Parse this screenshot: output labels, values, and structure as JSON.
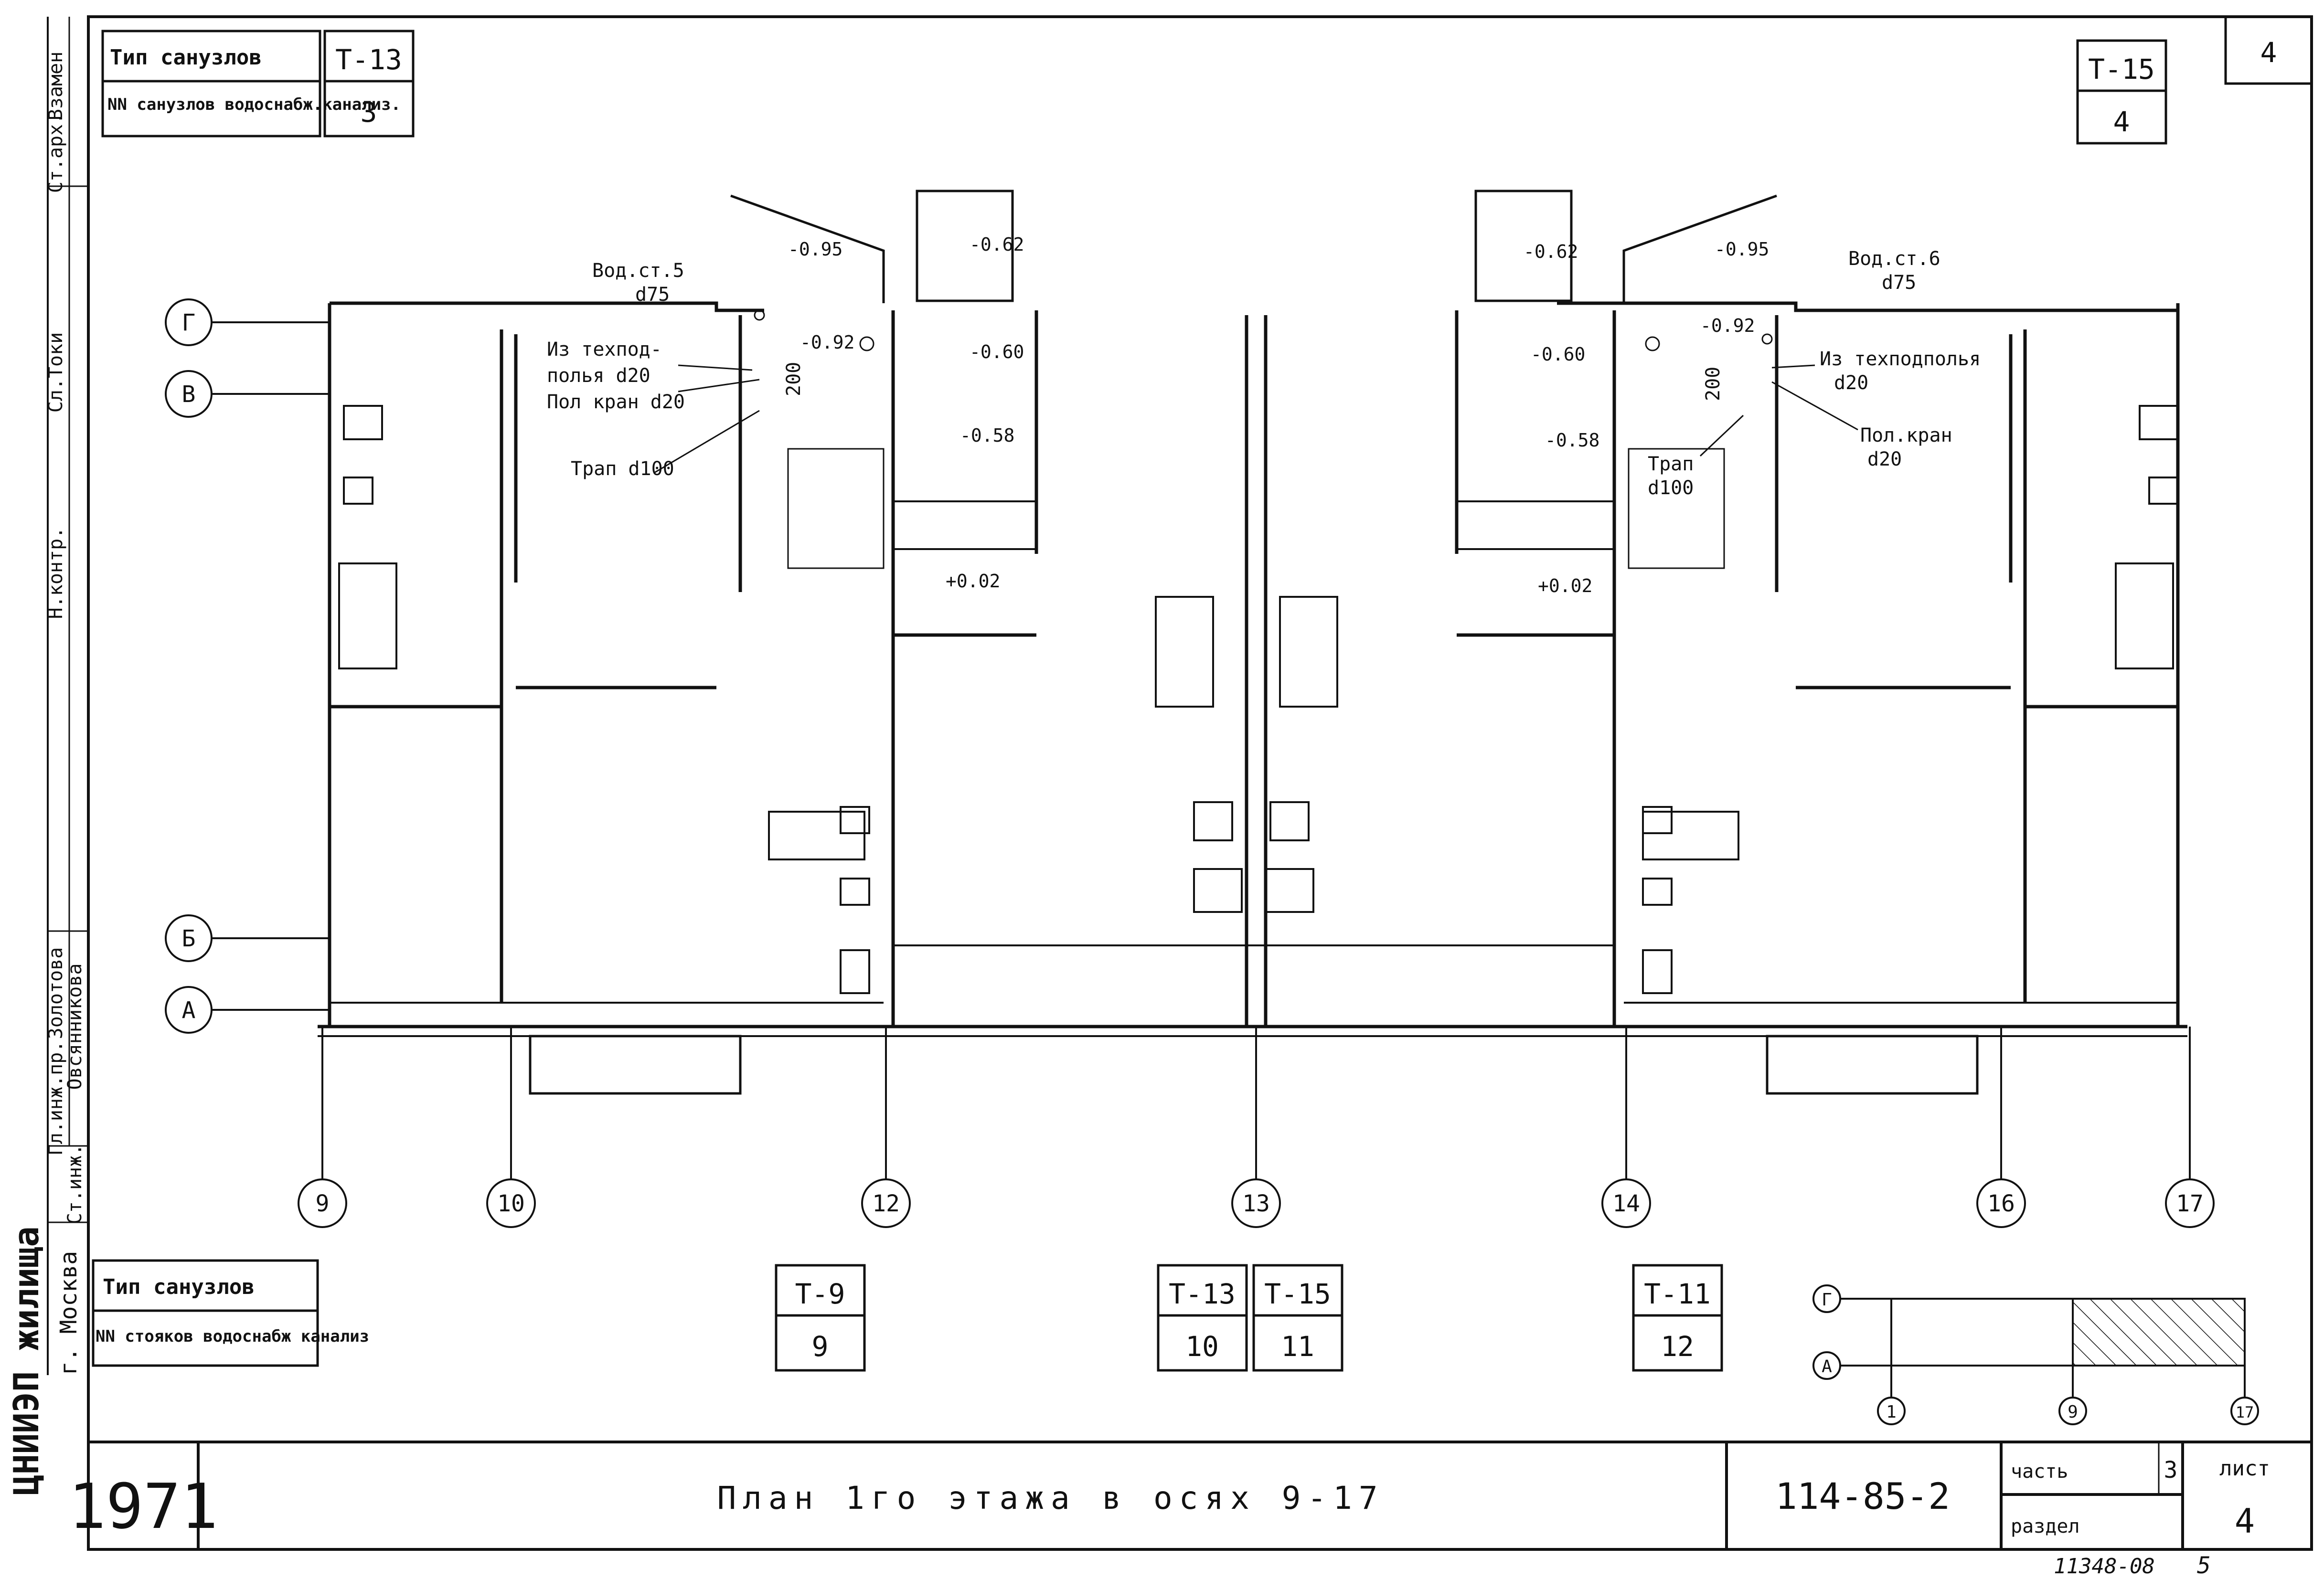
{
  "sheet_corner_number": "4",
  "top_legend": {
    "type_label": "Тип санузлов",
    "nn_label": "NN санузлов водоснабж.канализ.",
    "types": [
      {
        "type": "Т-13",
        "num": "3"
      },
      {
        "type": "Т-15",
        "num": "4"
      }
    ]
  },
  "bottom_legend": {
    "type_label": "Тип санузлов",
    "nn_label": "NN стояков водоснабж канализ",
    "types": [
      {
        "type": "Т-9",
        "num": "9"
      },
      {
        "type": "Т-13",
        "num": "10"
      },
      {
        "type": "Т-15",
        "num": "11"
      },
      {
        "type": "Т-11",
        "num": "12"
      }
    ]
  },
  "row_axes": [
    "Г",
    "В",
    "Б",
    "А"
  ],
  "column_axes": [
    "9",
    "10",
    "12",
    "13",
    "14",
    "16",
    "17"
  ],
  "annotations": {
    "vod_st_5": "Вод.ст.5",
    "d75_left": "d75",
    "iz_tekhpod_left": "Из техпод-",
    "polya_d20": "полья d20",
    "pol_kran_left": "Пол кран d20",
    "trap_left": "Трап d100",
    "vod_st_6": "Вод.ст.6",
    "d75_right": "d75",
    "iz_tekhpod_right": "Из техподполья",
    "d20_right_a": "d20",
    "pol_kran_right": "Пол.кран",
    "d20_right_b": "d20",
    "trap_right": "Трап",
    "trap_right_d": "d100",
    "dim_200_left": "200",
    "dim_200_right": "200"
  },
  "levels": {
    "l_095_left": "-0.95",
    "l_062_left": "-0.62",
    "l_092_left": "-0.92",
    "l_060_left": "-0.60",
    "l_058_left": "-0.58",
    "l_002_left": "+0.02",
    "l_062_right": "-0.62",
    "l_095_right": "-0.95",
    "l_092_right": "-0.92",
    "l_060_right": "-0.60",
    "l_058_right": "-0.58",
    "l_002_right": "+0.02"
  },
  "key_plan": {
    "rows": [
      "Г",
      "А"
    ],
    "cols": [
      "1",
      "9",
      "17"
    ]
  },
  "title_block": {
    "org": "ЦНИИЭП жилища",
    "city": "г. Москва",
    "year": "1971",
    "title": "План 1го этажа в осях 9-17",
    "project": "114-85-2",
    "part_label": "часть",
    "part_value": "3",
    "section_label": "раздел",
    "sheet_label": "лист",
    "sheet_value": "4"
  },
  "side_stamp": {
    "replace": "Взамен",
    "staff": [
      {
        "role": "Ст.арх.",
        "name": "Сл.Токи"
      },
      {
        "role": "Н.контр.",
        "name": ""
      },
      {
        "role": "Гл.инж.пр.",
        "name": "Золотова"
      },
      {
        "role": "Ст.инж.",
        "name": "Овсянникова"
      }
    ]
  },
  "bottom_note": "11348-08",
  "bottom_page": "5"
}
